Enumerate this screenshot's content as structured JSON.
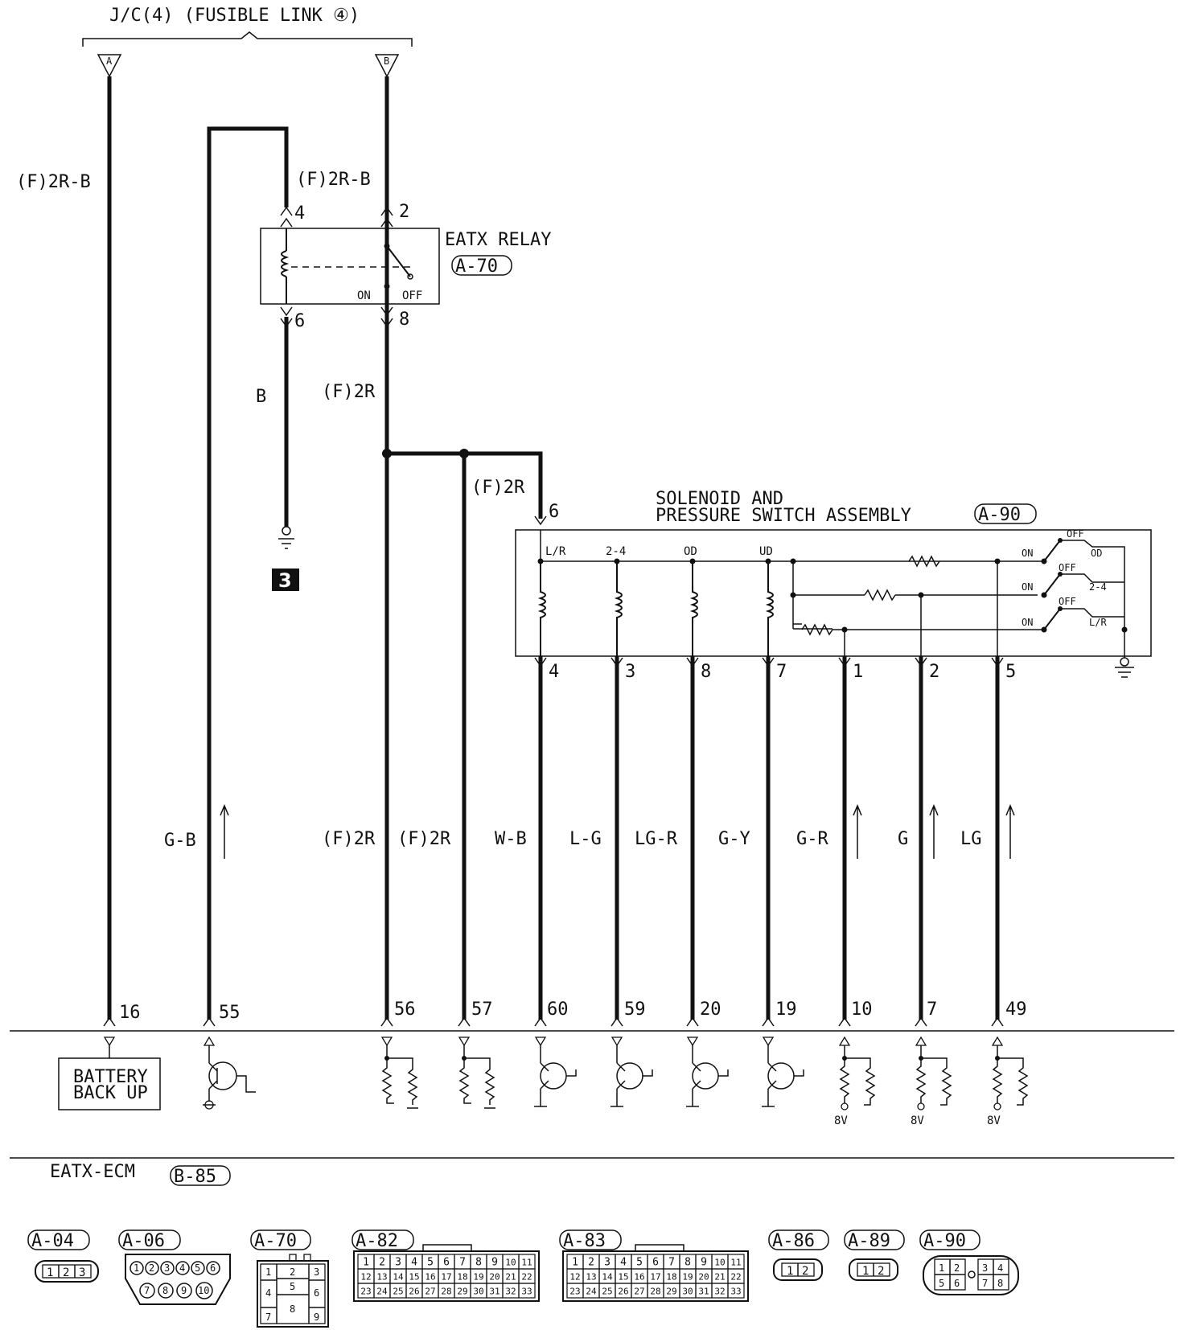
{
  "header": {
    "top_label": "J/C(4) (FUSIBLE LINK ④)",
    "tag_a": "A",
    "tag_b": "B"
  },
  "relay": {
    "title": "EATX RELAY",
    "connector": "A-70",
    "pin_coil_top": "4",
    "pin_switch_top": "2",
    "pin_coil_bottom": "6",
    "pin_switch_bottom": "8",
    "on_label": "ON",
    "off_label": "OFF"
  },
  "wires": {
    "a_color": "(F)2R-B",
    "relay_in_color": "(F)2R-B",
    "relay_out_color": "(F)2R",
    "ground_wire_color": "B",
    "branch_color": "(F)2R",
    "ground_number": "3"
  },
  "assembly": {
    "title_line1": "SOLENOID AND",
    "title_line2": "PRESSURE SWITCH ASSEMBLY",
    "connector": "A-90",
    "input_pin": "6",
    "solenoids": [
      "L/R",
      "2-4",
      "OD",
      "UD"
    ],
    "switches": [
      {
        "on": "ON",
        "off": "OFF",
        "name": "OD"
      },
      {
        "on": "ON",
        "off": "OFF",
        "name": "2-4"
      },
      {
        "on": "ON",
        "off": "OFF",
        "name": "L/R"
      }
    ],
    "bottom_pins": [
      "4",
      "3",
      "8",
      "7",
      "1",
      "2",
      "5"
    ]
  },
  "lower_wires": [
    {
      "color": "G-B",
      "ecm_pin": "55"
    },
    {
      "color": "(F)2R",
      "ecm_pin": "56"
    },
    {
      "color": "(F)2R",
      "ecm_pin": "57"
    },
    {
      "color": "W-B",
      "ecm_pin": "60"
    },
    {
      "color": "L-G",
      "ecm_pin": "59"
    },
    {
      "color": "LG-R",
      "ecm_pin": "20"
    },
    {
      "color": "G-Y",
      "ecm_pin": "19"
    },
    {
      "color": "G-R",
      "ecm_pin": "10"
    },
    {
      "color": "G",
      "ecm_pin": "7"
    },
    {
      "color": "LG",
      "ecm_pin": "49"
    }
  ],
  "ecm": {
    "pin_a": "16",
    "battery_line1": "BATTERY",
    "battery_line2": "BACK UP",
    "voltage": "8V",
    "name": "EATX-ECM",
    "connector": "B-85"
  },
  "connector_views": [
    {
      "id": "A-04",
      "pins": [
        "1",
        "2",
        "3"
      ]
    },
    {
      "id": "A-06",
      "pins": [
        "1",
        "2",
        "3",
        "4",
        "5",
        "6",
        "7",
        "8",
        "9",
        "10"
      ]
    },
    {
      "id": "A-70",
      "pins": [
        "1",
        "2",
        "3",
        "4",
        "5",
        "6",
        "7",
        "8",
        "9"
      ]
    },
    {
      "id": "A-82",
      "rows": [
        [
          "1",
          "2",
          "3",
          "4",
          "5",
          "6",
          "7",
          "8",
          "9",
          "10",
          "11"
        ],
        [
          "12",
          "13",
          "14",
          "15",
          "16",
          "17",
          "18",
          "19",
          "20",
          "21",
          "22"
        ],
        [
          "23",
          "24",
          "25",
          "26",
          "27",
          "28",
          "29",
          "30",
          "31",
          "32",
          "33"
        ]
      ]
    },
    {
      "id": "A-83",
      "rows": [
        [
          "1",
          "2",
          "3",
          "4",
          "5",
          "6",
          "7",
          "8",
          "9",
          "10",
          "11"
        ],
        [
          "12",
          "13",
          "14",
          "15",
          "16",
          "17",
          "18",
          "19",
          "20",
          "21",
          "22"
        ],
        [
          "23",
          "24",
          "25",
          "26",
          "27",
          "28",
          "29",
          "30",
          "31",
          "32",
          "33"
        ]
      ]
    },
    {
      "id": "A-86",
      "pins": [
        "1",
        "2"
      ]
    },
    {
      "id": "A-89",
      "pins": [
        "1",
        "2"
      ]
    },
    {
      "id": "A-90",
      "pins": [
        "1",
        "2",
        "3",
        "4",
        "5",
        "6",
        "7",
        "8"
      ]
    }
  ]
}
